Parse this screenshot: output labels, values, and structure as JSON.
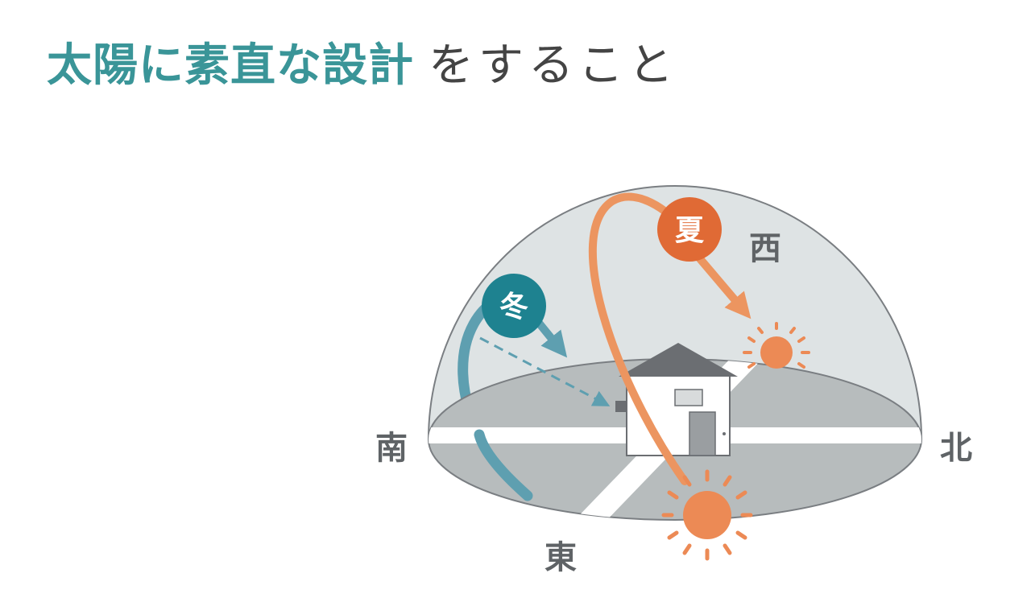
{
  "title": {
    "highlight": "太陽に素直な設計",
    "rest": "をすること"
  },
  "diagram": {
    "directions": {
      "south": "南",
      "north": "北",
      "west": "西",
      "east": "東"
    },
    "seasons": {
      "winter": "冬",
      "summer": "夏"
    },
    "colors": {
      "accent": "#3a9598",
      "winter": "#1e8290",
      "winter_arrow": "#5e9fb0",
      "summer": "#e06a35",
      "summer_arrow": "#ec9560",
      "sun": "#ec8a55",
      "ground": "#b7bcbd",
      "dome": "#dee3e4",
      "road": "#ffffff",
      "house_roof": "#6b6e72",
      "text_gray": "#5f6366"
    }
  }
}
